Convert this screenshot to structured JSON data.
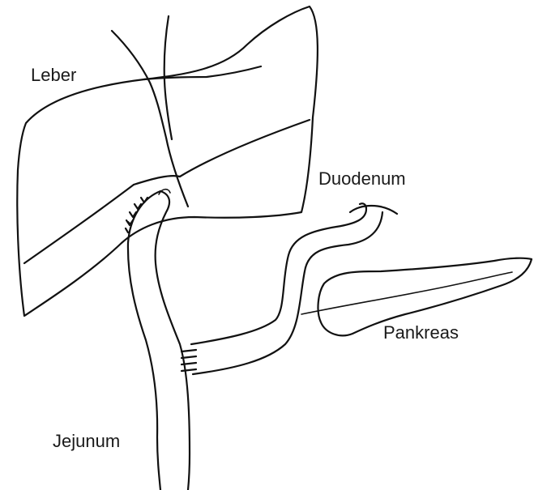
{
  "diagram": {
    "labels": {
      "liver": "Leber",
      "duodenum": "Duodenum",
      "pancreas": "Pankreas",
      "jejunum": "Jejunum"
    },
    "colors": {
      "line": "#111111",
      "text": "#1a1a1a",
      "background": "#ffffff"
    }
  }
}
